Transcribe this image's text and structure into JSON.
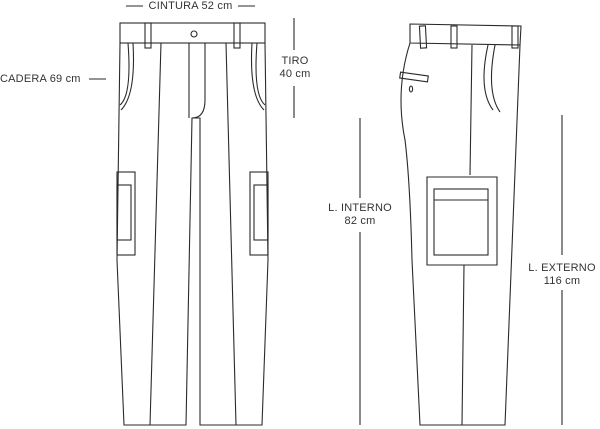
{
  "measurements": {
    "cintura": "CINTURA 52 cm",
    "cadera": "CADERA 69 cm",
    "tiro": {
      "name": "TIRO",
      "value": "40 cm"
    },
    "largo_interno": {
      "name": "L. INTERNO",
      "value": "82 cm"
    },
    "largo_externo": {
      "name": "L. EXTERNO",
      "value": "116 cm"
    }
  }
}
